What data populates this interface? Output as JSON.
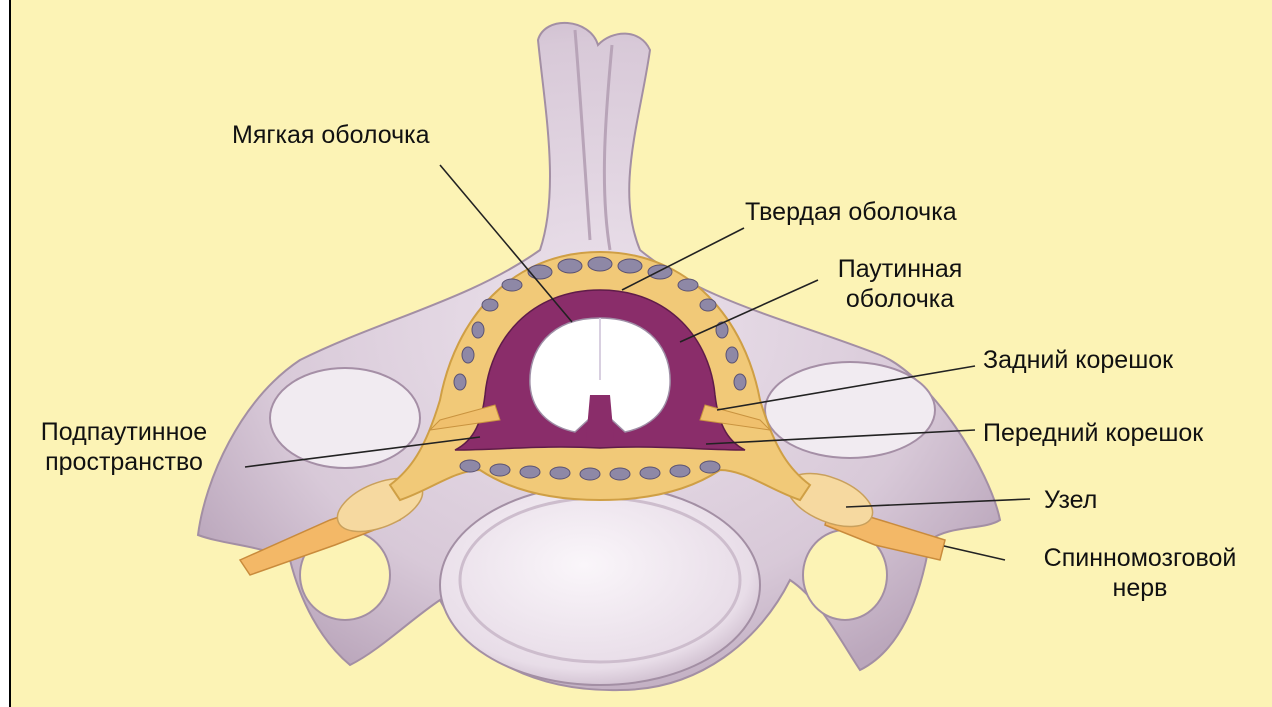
{
  "colors": {
    "background": "#fcf3b5",
    "bone": "#ddd0dc",
    "bone_shadow": "#b6a2b6",
    "dura": "#f1c978",
    "subarachnoid": "#8a2d6a",
    "nerve": "#f0b45a",
    "cord": "#ffffff"
  },
  "labels": {
    "pia": "Мягкая оболочка",
    "dura": "Твердая оболочка",
    "arachnoid_1": "Паутинная",
    "arachnoid_2": "оболочка",
    "posterior_root": "Задний корешок",
    "anterior_root": "Передний корешок",
    "subarachnoid_1": "Подпаутинное",
    "subarachnoid_2": "пространство",
    "ganglion": "Узел",
    "spinal_nerve_1": "Спинномозговой",
    "spinal_nerve_2": "нерв"
  }
}
